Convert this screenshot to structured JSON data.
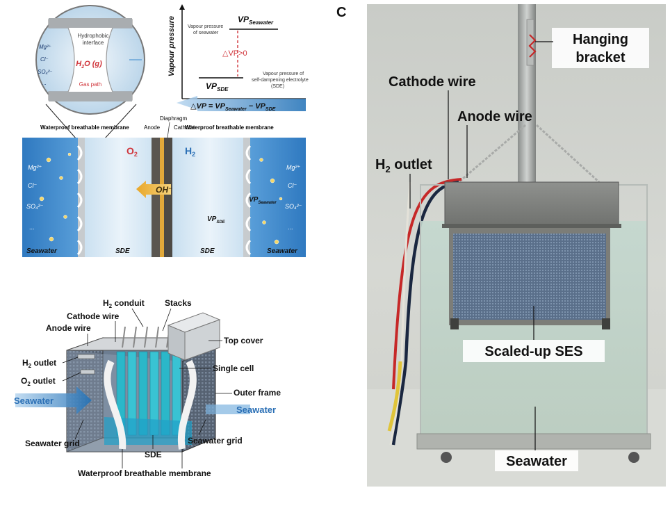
{
  "panel_c": {
    "letter": "C",
    "labels": {
      "hanging_bracket": [
        "Hanging",
        "bracket"
      ],
      "cathode_wire": "Cathode wire",
      "anode_wire": "Anode wire",
      "h2_outlet": "H",
      "h2_outlet_sub": "2",
      "h2_outlet_rest": " outlet",
      "scaled_up_ses": "Scaled-up SES",
      "seawater": "Seawater"
    }
  },
  "panel_a": {
    "inset": {
      "hydrophobic": [
        "Hydrophobic",
        "interface"
      ],
      "h2o_main": "H",
      "h2o_sub": "2",
      "h2o_rest": "O (g)",
      "gas_path": "Gas path",
      "ions": [
        "Mg²⁺",
        "Cl⁻",
        "SO₄²⁻",
        "..."
      ]
    },
    "vp_chart": {
      "ylabel": "Vapour pressure",
      "vp_seawater_label": "VP",
      "vp_seawater_sub": "Seawater",
      "vp_seawater_desc": [
        "Vapour pressure",
        "of seawater"
      ],
      "delta": "△VP>0",
      "vp_sde_label": "VP",
      "vp_sde_sub": "SDE",
      "vp_sde_desc": [
        "Vapour pressure of",
        "self-dampening electrolyte",
        "(SDE)"
      ],
      "formula": "△VP = VP",
      "formula_sub1": "Seawater",
      "formula_mid": " − VP",
      "formula_sub2": "SDE"
    },
    "cell": {
      "membrane_left": "Waterproof breathable membrane",
      "membrane_right": "Waterproof breathable membrane",
      "diaphragm": "Diaphragm",
      "anode": "Anode",
      "cathode": "Cathode",
      "o2": "O",
      "o2_sub": "2",
      "h2": "H",
      "h2_sub": "2",
      "oh": "OH⁻",
      "vp_seawater": "VP",
      "vp_seawater_sub": "Seawater",
      "vp_sde": "VP",
      "vp_sde_sub": "SDE",
      "ions_left": [
        "Mg²⁺",
        "Cl⁻",
        "SO₄²⁻",
        "..."
      ],
      "ions_right": [
        "Mg²⁺",
        "Cl⁻",
        "SO₄²⁻",
        "..."
      ],
      "seawater_left": "Seawater",
      "seawater_right": "Seawater",
      "sde_left": "SDE",
      "sde_right": "SDE"
    }
  },
  "panel_b": {
    "h2_conduit": "H",
    "h2_conduit_sub": "2",
    "h2_conduit_rest": " conduit",
    "stacks": "Stacks",
    "cathode_wire": "Cathode wire",
    "anode_wire": "Anode wire",
    "top_cover": "Top cover",
    "h2_outlet": "H",
    "h2_outlet_sub": "2",
    "h2_outlet_rest": " outlet",
    "single_cell": "Single cell",
    "o2_outlet": "O",
    "o2_outlet_sub": "2",
    "o2_outlet_rest": " outlet",
    "outer_frame": "Outer frame",
    "seawater_left": "Seawater",
    "seawater_right": "Seawater",
    "seawater_grid_left": "Seawater grid",
    "seawater_grid_right": "Seawater grid",
    "sde": "SDE",
    "membrane": "Waterproof breathable membrane"
  },
  "colors": {
    "seawater_blue": "#3f86c9",
    "sde_light": "#dbeaf4",
    "red_label": "#d0343a",
    "cyan_cells": "#2bb7c9"
  }
}
